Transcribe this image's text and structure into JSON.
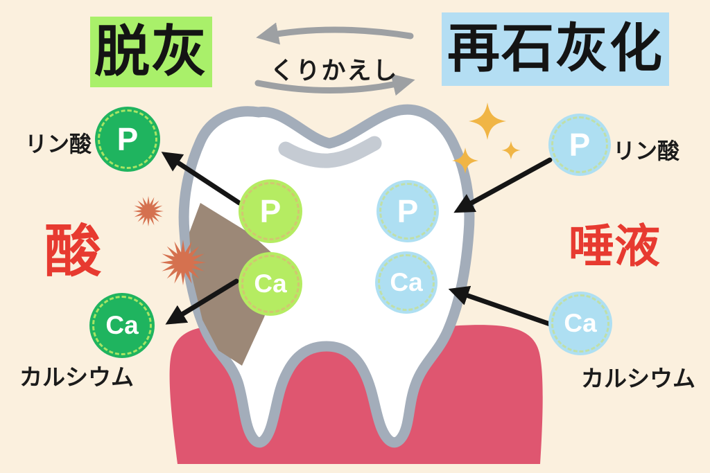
{
  "header": {
    "demineralization_label": "脱灰",
    "cycle_label": "くりかえし",
    "remineralization_label": "再石灰化"
  },
  "left_side": {
    "phosphate_label": "リン酸",
    "acid_label": "酸",
    "calcium_label": "カルシウム",
    "phosphorus_symbol": "P",
    "calcium_symbol": "Ca"
  },
  "tooth": {
    "left_phosphorus_symbol": "P",
    "left_calcium_symbol": "Ca",
    "right_phosphorus_symbol": "P",
    "right_calcium_symbol": "Ca"
  },
  "right_side": {
    "phosphate_label": "リン酸",
    "saliva_label": "唾液",
    "calcium_label": "カルシウム",
    "phosphorus_symbol": "P",
    "calcium_symbol": "Ca"
  },
  "colors": {
    "background": "#FBF0DE",
    "demineralization_highlight": "#A9F06A",
    "remineralization_highlight": "#B4DEF3",
    "accent_red": "#E73A30",
    "green_ion": "#1FB45F",
    "light_green_ion": "#B5EC62",
    "blue_ion": "#AEDFF2",
    "gum_pink": "#DF5670",
    "tooth_outline_gray": "#A3ADBA",
    "decay_brown": "#9C8877",
    "acid_burst_orange": "#D5714F",
    "sparkle_gold": "#F0B545",
    "cycle_arrow_gray": "#9DA0A3"
  }
}
